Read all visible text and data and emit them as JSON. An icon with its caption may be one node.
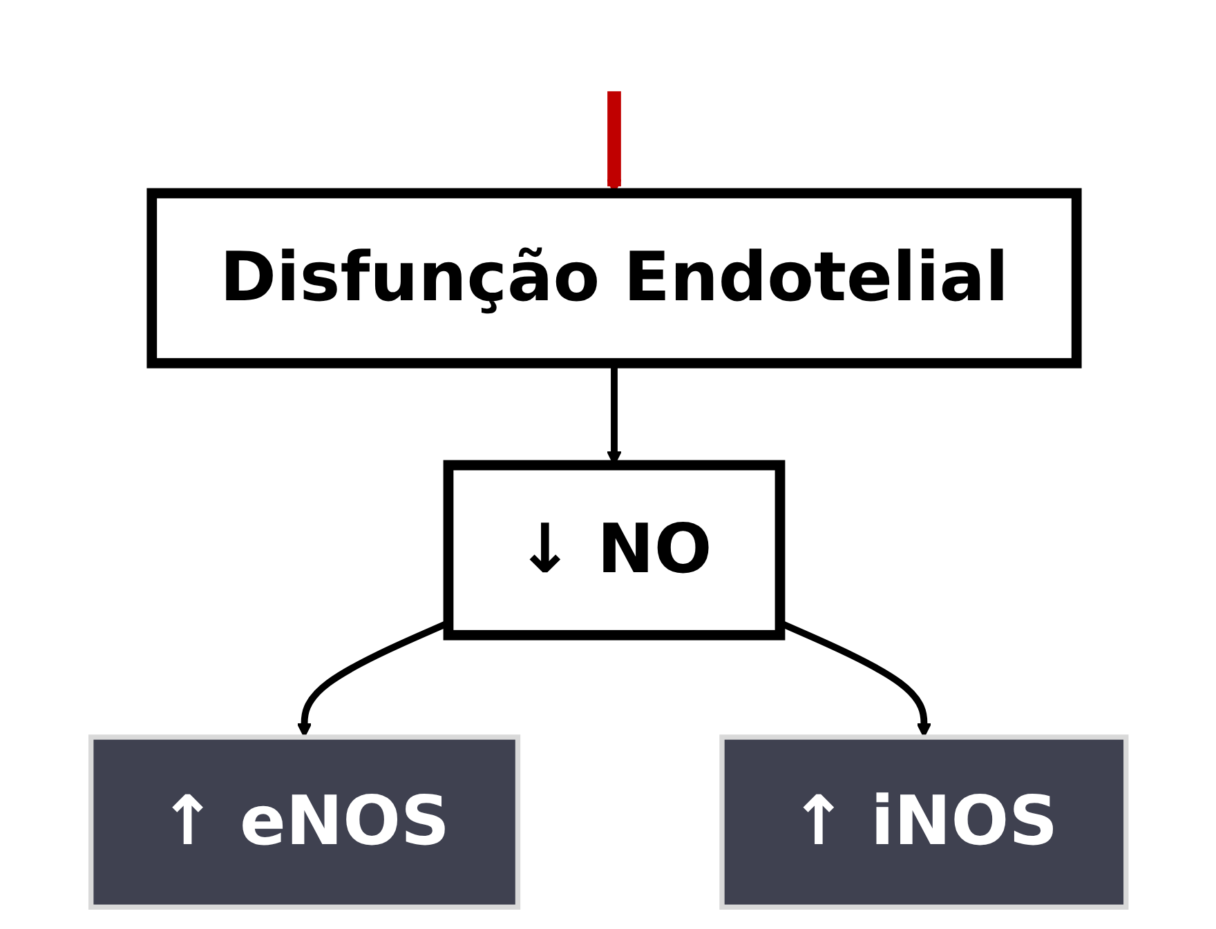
{
  "diagram": {
    "nodes": [
      {
        "text": [
          "Disfunção Endotelial"
        ]
      },
      {
        "text": [
          "↓ NO"
        ]
      },
      {
        "text": [
          "↑ eNOS"
        ]
      },
      {
        "text": [
          "↑ iNOS"
        ]
      }
    ],
    "edges": [
      {
        "from": null,
        "to": 0,
        "arrow": "to",
        "style": "thick",
        "color": "#c00000"
      },
      {
        "from": 0,
        "to": 1,
        "arrow": "to"
      },
      {
        "from": 1,
        "to": 2,
        "arrow": "to"
      },
      {
        "from": 1,
        "to": 3,
        "arrow": "to"
      }
    ]
  }
}
